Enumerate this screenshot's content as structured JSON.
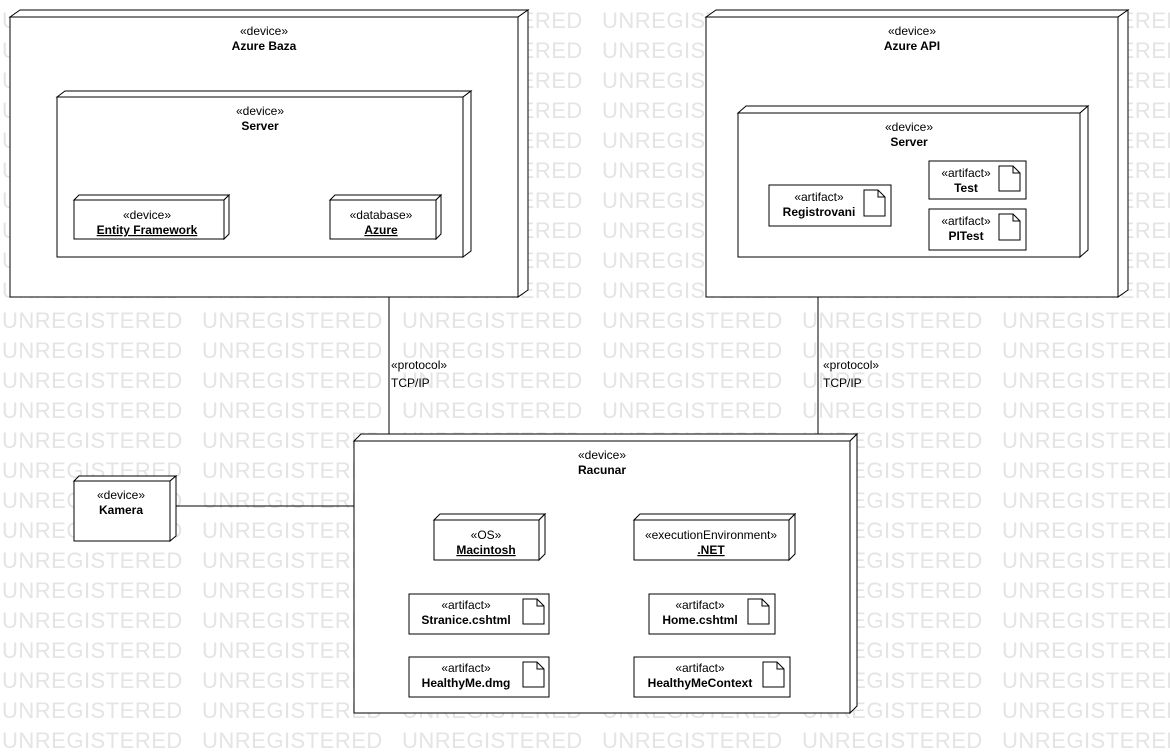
{
  "watermark": "UNREGISTERED",
  "nodes": [
    {
      "id": "azure-baza",
      "stereotype": "«device»",
      "name": "Azure Baza"
    },
    {
      "id": "server-baza",
      "stereotype": "«device»",
      "name": "Server"
    },
    {
      "id": "entity-framework",
      "stereotype": "«device»",
      "name": "Entity Framework"
    },
    {
      "id": "azure-db",
      "stereotype": "«database»",
      "name": "Azure"
    },
    {
      "id": "azure-api",
      "stereotype": "«device»",
      "name": "Azure API"
    },
    {
      "id": "server-api",
      "stereotype": "«device»",
      "name": "Server"
    },
    {
      "id": "racunar",
      "stereotype": "«device»",
      "name": "Racunar"
    },
    {
      "id": "kamera",
      "stereotype": "«device»",
      "name": "Kamera"
    },
    {
      "id": "macintosh",
      "stereotype": "«OS»",
      "name": "Macintosh"
    },
    {
      "id": "dotnet",
      "stereotype": "«executionEnvironment»",
      "name": ".NET"
    }
  ],
  "artifacts": [
    {
      "id": "registrovani",
      "stereotype": "«artifact»",
      "name": "Registrovani"
    },
    {
      "id": "test",
      "stereotype": "«artifact»",
      "name": "Test"
    },
    {
      "id": "pitest",
      "stereotype": "«artifact»",
      "name": "PITest"
    },
    {
      "id": "stranice",
      "stereotype": "«artifact»",
      "name": "Stranice.cshtml"
    },
    {
      "id": "home",
      "stereotype": "«artifact»",
      "name": "Home.cshtml"
    },
    {
      "id": "healthyme-dmg",
      "stereotype": "«artifact»",
      "name": "HealthyMe.dmg"
    },
    {
      "id": "healthyme-context",
      "stereotype": "«artifact»",
      "name": "HealthyMeContext"
    }
  ],
  "connections": [
    {
      "id": "baza-racunar",
      "stereotype": "«protocol»",
      "label": "TCP/IP"
    },
    {
      "id": "api-racunar",
      "stereotype": "«protocol»",
      "label": "TCP/IP"
    },
    {
      "id": "kamera-racunar",
      "stereotype": "",
      "label": ""
    },
    {
      "id": "ef-azure",
      "stereotype": "",
      "label": "",
      "style": "dependency"
    }
  ]
}
